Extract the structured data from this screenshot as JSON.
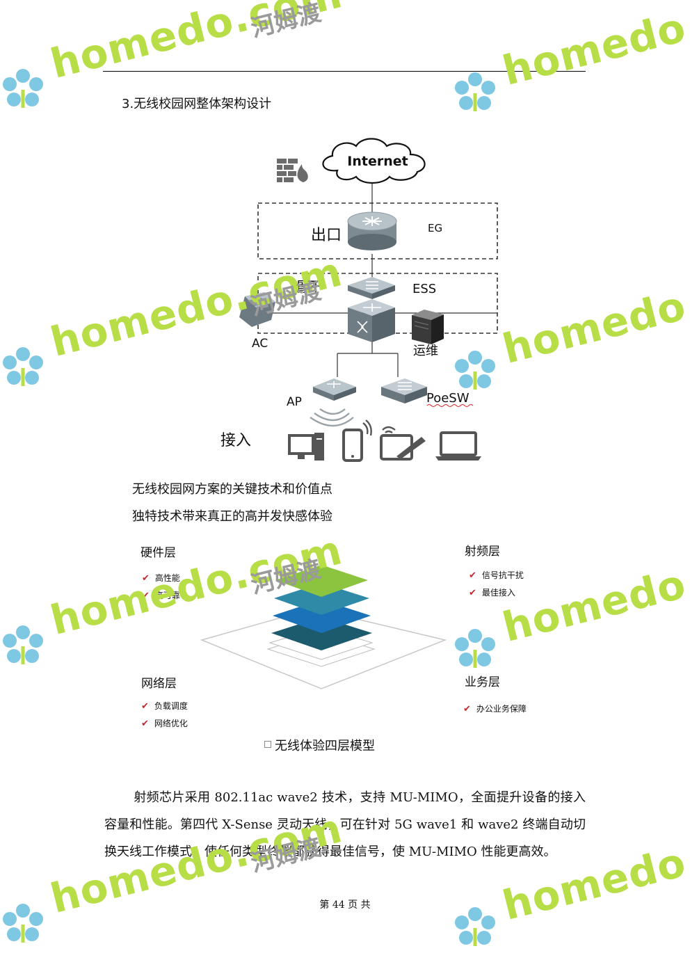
{
  "section_heading": "3.无线校园网整体架构设计",
  "diagram": {
    "internet_label": "Internet",
    "egress_label": "出口",
    "eg_label": "EG",
    "backbone_label": "骨干",
    "ess_label": "ESS",
    "ac_label": "AC",
    "ops_label": "运维",
    "ap_label": "AP",
    "poesw_label": "PoeSW",
    "access_label": "接入"
  },
  "intro_lines": [
    "无线校园网方案的关键技术和价值点",
    "独特技术带来真正的高并发快感体验"
  ],
  "layers": {
    "hardware": {
      "title": "硬件层",
      "items": [
        "高性能",
        "高可靠"
      ]
    },
    "rf": {
      "title": "射频层",
      "items": [
        "信号抗干扰",
        "最佳接入"
      ]
    },
    "network": {
      "title": "网络层",
      "items": [
        "负载调度",
        "网络优化"
      ]
    },
    "business": {
      "title": "业务层",
      "items": [
        "办公业务保障"
      ]
    }
  },
  "figure_caption": "无线体验四层模型",
  "body_paragraph": "射频芯片采用 802.11ac wave2 技术，支持 MU-MIMO，全面提升设备的接入容量和性能。第四代 X-Sense 灵动天线，可在针对 5G wave1 和 wave2 终端自动切换天线工作模式，使任何类型终端都获得最佳信号，使 MU-MIMO 性能更高效。",
  "footer": "第 44 页 共",
  "watermark": {
    "brand": "homedo.com",
    "cn": "河姆渡"
  },
  "colors": {
    "watermark_green": "#b7dd47",
    "layer_green": "#8cc43f",
    "layer_teal": "#2f8aa8",
    "layer_blue": "#1a73b8",
    "layer_dark": "#1c5a6e",
    "check_red": "#c0262c"
  }
}
